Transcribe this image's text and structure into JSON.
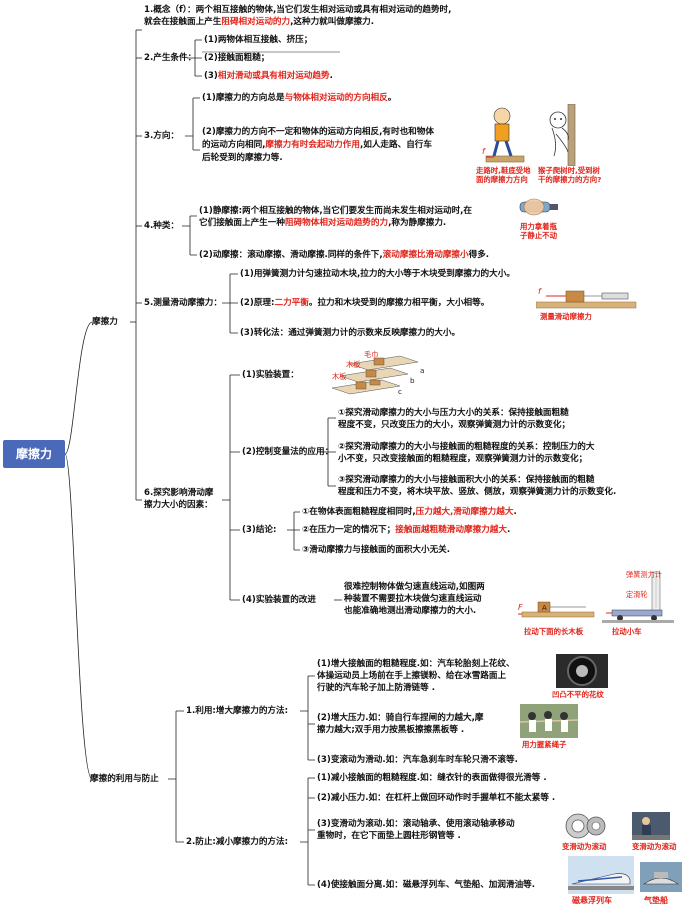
{
  "root": "摩擦力",
  "branch1": {
    "label": "摩擦力",
    "concept": {
      "line1": "1.概念（f）：两个相互接触的物体,当它们发生相对运动或具有相对运动的趋势时,",
      "line2_pre": "就会在接触面上产生",
      "line2_red": "阻碍相对运动的力",
      "line2_post": ",这种力就叫做摩擦力."
    },
    "conditions": {
      "label": "2.产生条件：",
      "items": [
        "(1)两物体相互接触、挤压；",
        "(2)接触面粗糙；"
      ],
      "item3_pre": "(3)",
      "item3_red": "相对滑动或具有相对运动趋势",
      "item3_post": "."
    },
    "direction": {
      "label": "3.方向：",
      "d1_pre": "(1)摩擦力的方向总是",
      "d1_red": "与物体相对运动的方向相反",
      "d1_post": "。",
      "d2_line1": "(2)摩擦力的方向不一定和物体的运动方向相反,有时也和物体",
      "d2_line2_pre": "的运动方向相同,",
      "d2_line2_red": "摩擦力有时会起动力作用",
      "d2_line2_post": ",如人走路、自行车",
      "d2_line3": "后轮受到的摩擦力等.",
      "caption_walk": [
        "走路时,鞋底受地",
        "面的摩擦力方向"
      ],
      "caption_monkey": [
        "猴子爬树时,受到树",
        "干的摩擦力的方向?"
      ]
    },
    "types": {
      "label": "4.种类：",
      "s1_line1": "(1)静摩擦:两个相互接触的物体,当它们要发生而尚未发生相对运动时,在",
      "s1_line2_pre": "它们接触面上产生一种",
      "s1_line2_red": "阻碍物体相对运动趋势的力",
      "s1_line2_post": ",称为静摩擦力.",
      "caption_bottle": [
        "用力拿着瓶",
        "子静止不动"
      ],
      "s2_pre": "(2)动摩擦：滚动摩擦、滑动摩擦.同样的条件下,",
      "s2_red": "滚动摩擦比滑动摩擦小",
      "s2_post": "得多."
    },
    "measure": {
      "label": "5.测量滑动摩擦力：",
      "m1": "(1)用弹簧测力计匀速拉动木块,拉力的大小等于木块受到摩擦力的大小。",
      "m2_pre": "(2)原理:",
      "m2_red": "二力平衡",
      "m2_post": "。拉力和木块受到的摩擦力相平衡，大小相等。",
      "m3": "(3)转化法：通过弹簧测力计的示数来反映摩擦力的大小。",
      "caption": "测量滑动摩擦力"
    },
    "experiment": {
      "label_line1": "6.探究影响滑动摩",
      "label_line2": "擦力大小的因素：",
      "device_label": "(1)实验装置：",
      "device_tags": [
        "毛巾",
        "木板",
        "木板",
        "a",
        "b",
        "c"
      ],
      "control_label": "(2)控制变量法的应用：",
      "control_items": [
        [
          "①探究滑动摩擦力的大小与压力大小的关系：保持接触面粗糙",
          "程度不变，只改变压力的大小，观察弹簧测力计的示数变化；"
        ],
        [
          "②探究滑动摩擦力的大小与接触面的粗糙程度的关系：控制压力的大",
          "小不变，只改变接触面的粗糙程度，观察弹簧测力计的示数变化；"
        ],
        [
          "③探究滑动摩擦力的大小与接触面积大小的关系：保持接触面的粗糙",
          "程度和压力不变，将木块平放、竖放、侧放，观察弹簧测力计的示数变化."
        ]
      ],
      "conclusion_label": "(3)结论:",
      "c1_pre": "①在物体表面粗糙程度相同时,",
      "c1_red": "压力越大,滑动摩擦力越大",
      "c1_post": ".",
      "c2_pre": "②在压力一定的情况下；",
      "c2_red": "接触面越粗糙滑动摩擦力越大",
      "c2_post": ".",
      "c3": "③滑动摩擦力与接触面的面积大小无关.",
      "improve_label": "(4)实验装置的改进",
      "improve_text": [
        "很难控制物体做匀速直线运动,如图两",
        "种装置不需要拉木块做匀速直线运动",
        "也能准确地测出滑动摩擦力的大小."
      ],
      "improve_captions": [
        "拉动下面的长木板",
        "拉动小车"
      ],
      "improve_tags": [
        "弹簧测力计",
        "定滑轮"
      ]
    }
  },
  "branch2": {
    "label": "摩擦的利用与防止",
    "use": {
      "label": "1.利用:增大摩擦力的方法:",
      "u1": [
        "(1)增大接触面的粗糙程度.如：汽车轮胎刻上花纹、",
        "体操运动员上场前在手上擦镁粉、给在冰雪路面上",
        "行驶的汽车轮子加上防滑链等 ."
      ],
      "caption_tire": "凹凸不平的花纹",
      "u2": [
        "(2)增大压力.如：骑自行车捏闸的力越大,摩",
        "擦力越大;双手用力按黑板擦擦黑板等 ."
      ],
      "caption_rope": "用力握紧绳子",
      "u3": "(3)变滚动为滑动.如：汽车急刹车时车轮只滑不滚等."
    },
    "prevent": {
      "label": "2.防止:减小摩擦力的方法:",
      "p1": "(1)减小接触面的粗糙程度.如：缝衣针的表面做得很光滑等 .",
      "p2": "(2)减小压力.如：在杠杆上做回环动作时手握单杠不能太紧等 .",
      "p3": [
        "(3)变滑动为滚动.如：滚动轴承、使用滚动轴承移动",
        "重物时，在它下面垫上圆柱形钢管等 ."
      ],
      "caption_bearing": "变滑动为滚动",
      "caption_person": "变滑动为滚动",
      "p4": "(4)使接触面分离.如：磁悬浮列车、气垫船、加润滑油等.",
      "caption_train": "磁悬浮列车",
      "caption_hover": "气垫船"
    }
  },
  "colors": {
    "root_fill": "#4a69b9",
    "accent_red": "#e0251b",
    "line": "#222222"
  }
}
